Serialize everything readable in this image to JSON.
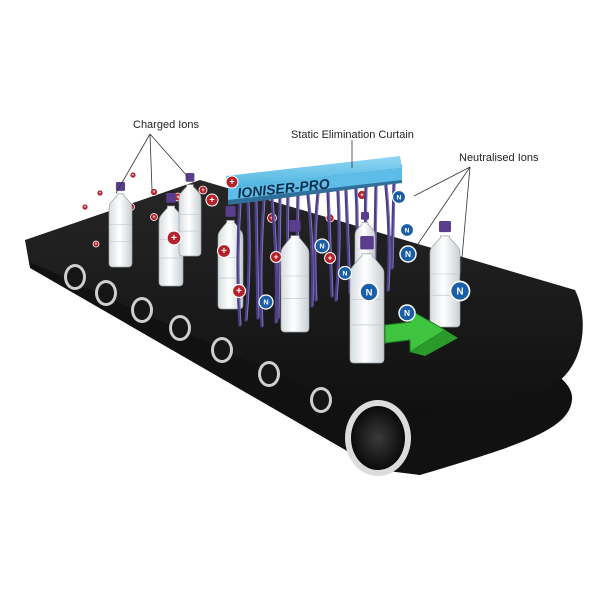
{
  "labels": {
    "charged_ions": "Charged Ions",
    "curtain": "Static Elimination Curtain",
    "neutralised_ions": "Neutralised Ions"
  },
  "brand": "IONISER-PRO",
  "ion_symbols": {
    "positive": "+",
    "neutral": "N"
  },
  "colors": {
    "belt": "#1b1b1b",
    "banner": "#6cc6ec",
    "arrow": "#3ec43e",
    "positive_ion": "#b3222a",
    "neutral_ion": "#1a5ea8",
    "curtain_strand": "#4d3f86",
    "bottle_cap": "#5a3d8c"
  }
}
